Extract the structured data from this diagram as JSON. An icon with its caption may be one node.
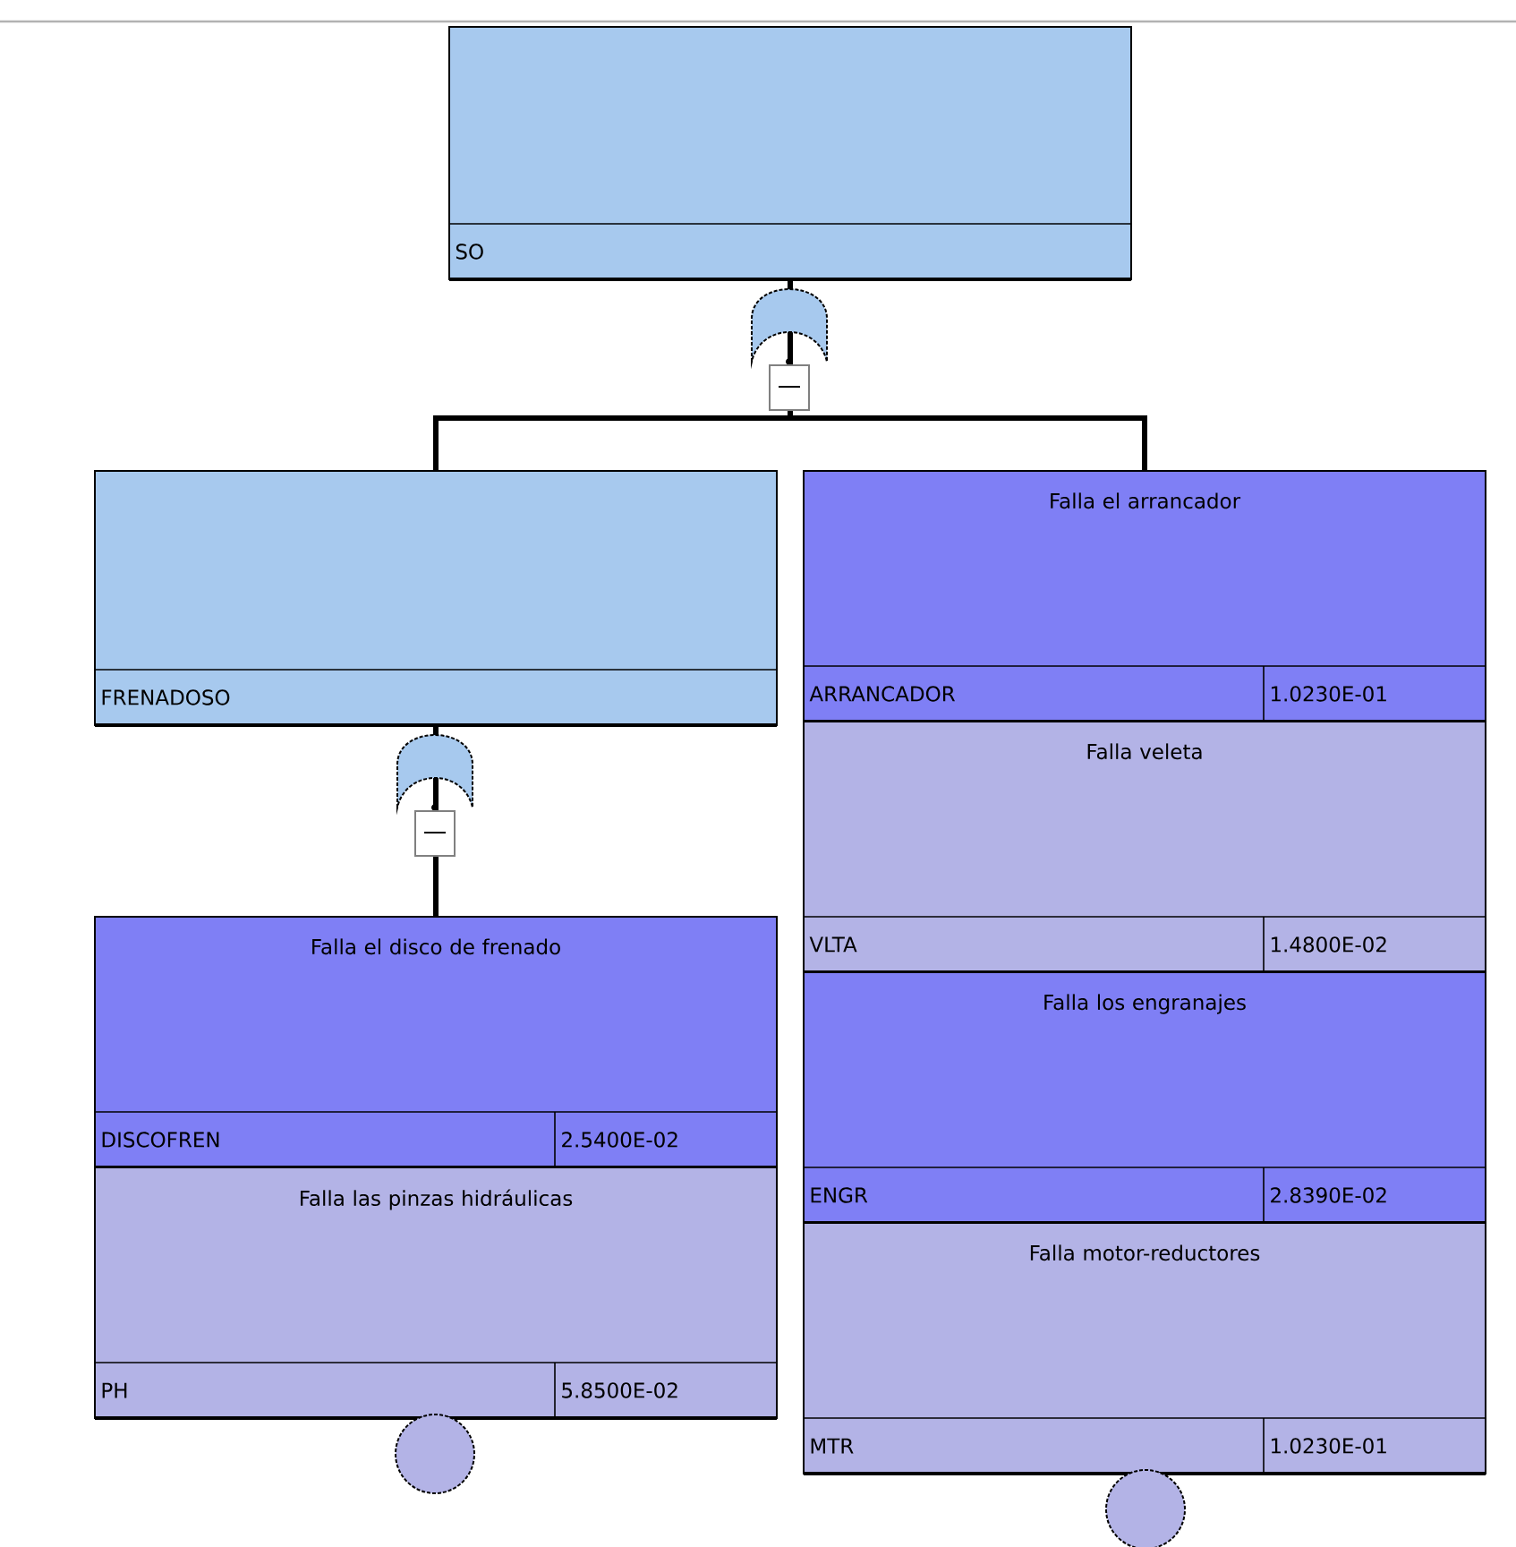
{
  "diagram": {
    "nodes": [
      {
        "text": [
          "SO"
        ]
      },
      {
        "text": [
          "FRENADOSO"
        ]
      },
      {
        "text": [
          "Falla el arrancador",
          "ARRANCADOR",
          "1.0230E-01"
        ]
      },
      {
        "text": [
          "Falla veleta",
          "VLTA",
          "1.4800E-02"
        ]
      },
      {
        "text": [
          "Falla el disco de frenado",
          "DISCOFREN",
          "2.5400E-02"
        ]
      },
      {
        "text": [
          "Falla los engranajes",
          "ENGR",
          "2.8390E-02"
        ]
      },
      {
        "text": [
          "Falla las pinzas hidráulicas",
          "PH",
          "5.8500E-02"
        ]
      },
      {
        "text": [
          "Falla motor-reductores",
          "MTR",
          "1.0230E-01"
        ]
      },
      {
        "text": [],
        "shape": "circle"
      },
      {
        "text": [],
        "shape": "circle"
      }
    ],
    "edges": [
      {
        "from": 0,
        "to": 1,
        "arrow": "none"
      },
      {
        "from": 0,
        "to": 2,
        "arrow": "none"
      },
      {
        "from": 1,
        "to": 4,
        "arrow": "none"
      }
    ]
  }
}
